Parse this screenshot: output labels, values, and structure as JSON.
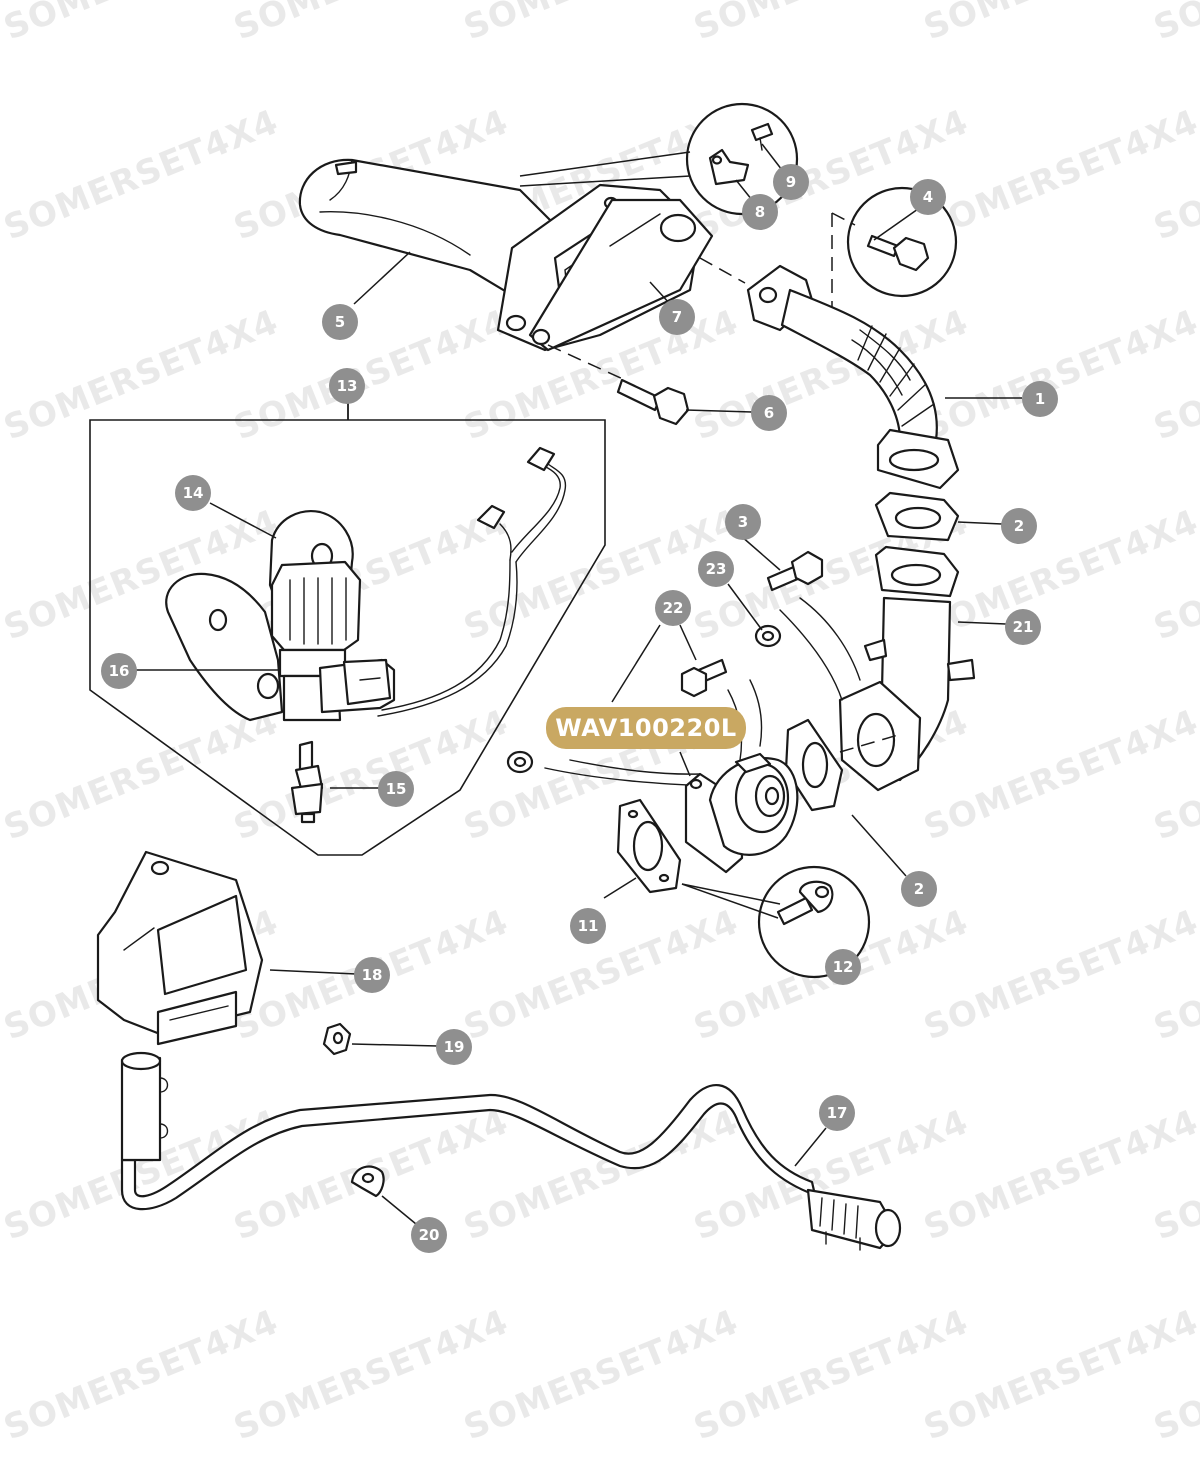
{
  "watermark": {
    "text": "SOMERSET4X4"
  },
  "part_label": {
    "text": "WAV100220L",
    "color": "#c9a862"
  },
  "callout_color": "#8f8f8f",
  "callouts": [
    "1",
    "2",
    "3",
    "4",
    "5",
    "6",
    "7",
    "8",
    "9",
    "11",
    "12",
    "13",
    "14",
    "15",
    "16",
    "17",
    "18",
    "19",
    "20",
    "21",
    "22",
    "23",
    "2"
  ]
}
